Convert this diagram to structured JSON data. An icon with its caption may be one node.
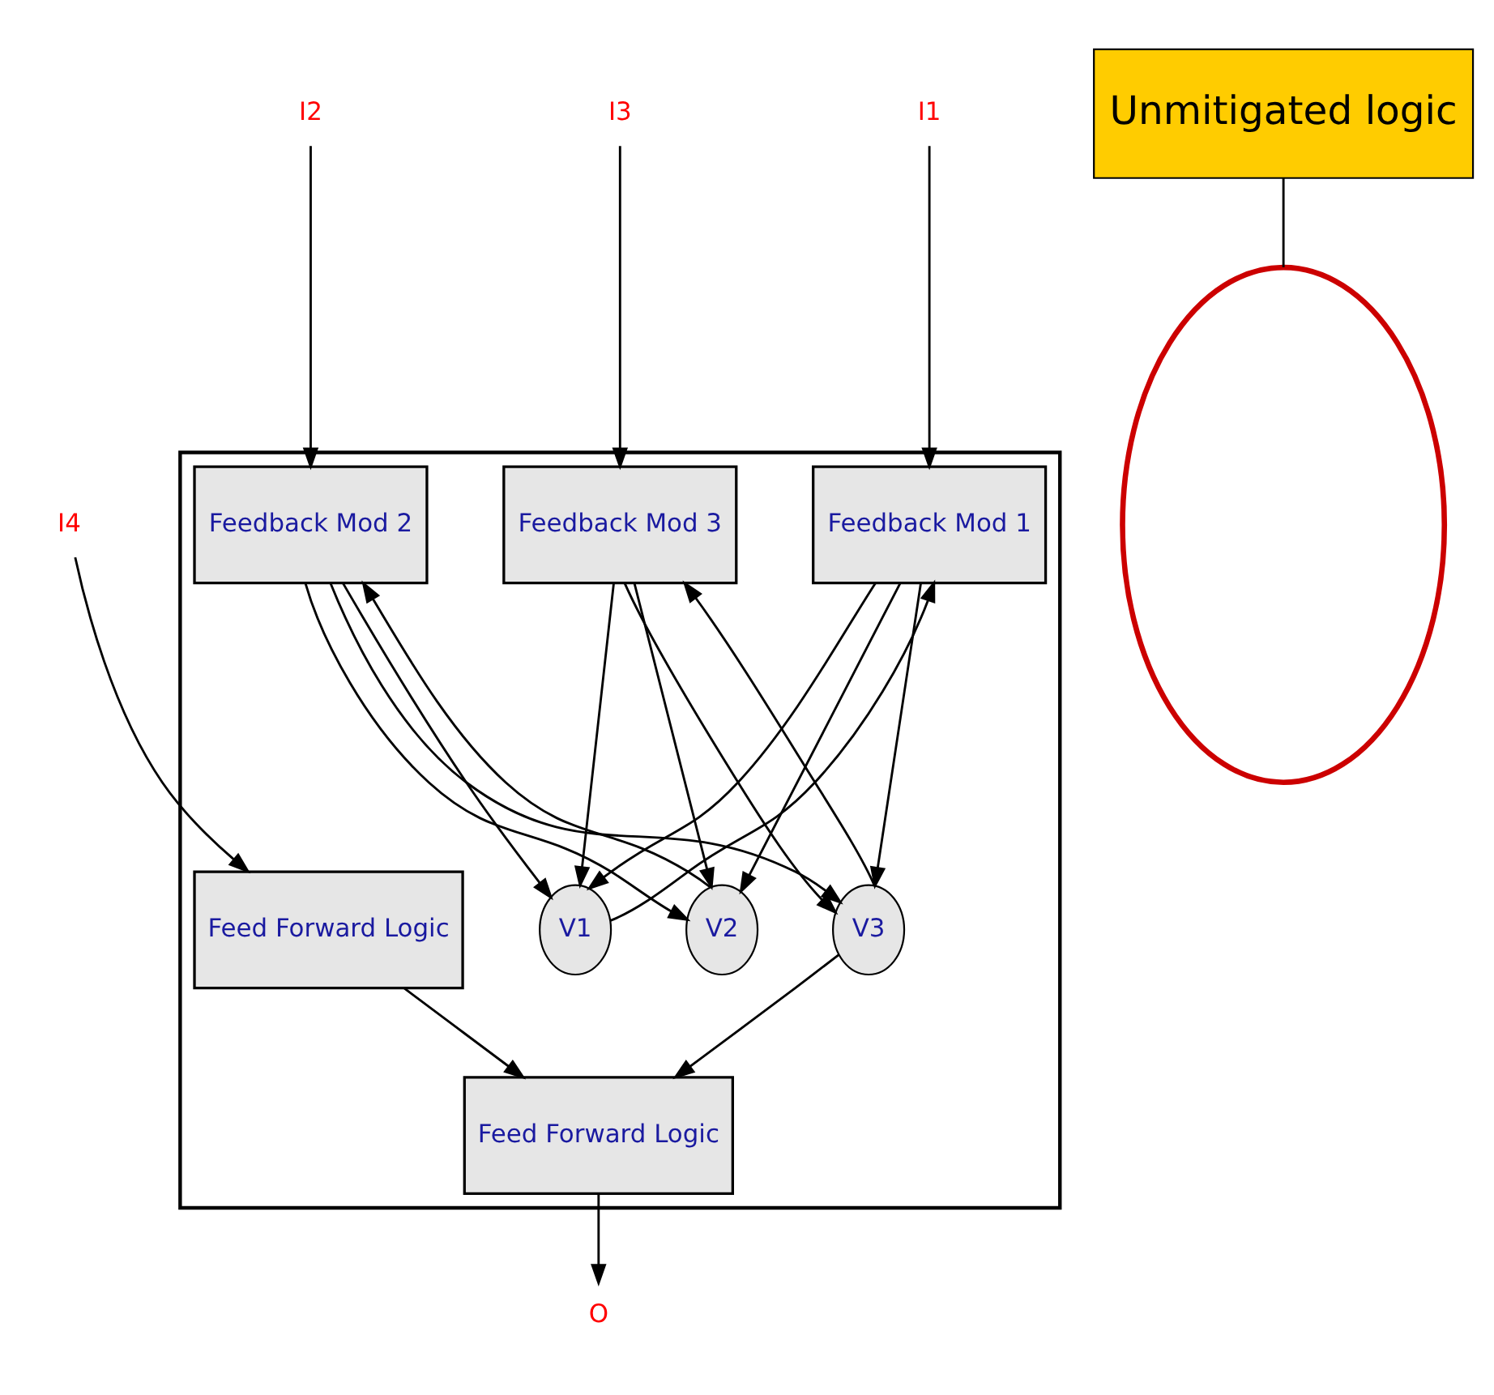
{
  "diagram": {
    "nodes": [
      {
        "text": [],
        "shape": "box"
      },
      {
        "text": [
          "I1"
        ]
      },
      {
        "text": [
          "I2"
        ]
      },
      {
        "text": [
          "I3"
        ]
      },
      {
        "text": [
          "I4"
        ]
      },
      {
        "text": [
          "Feedback Mod 1"
        ],
        "in": 0
      },
      {
        "text": [
          "Feedback Mod 2"
        ],
        "in": 0
      },
      {
        "text": [
          "Feedback Mod 3"
        ],
        "in": 0
      },
      {
        "text": [
          "Feed Forward Logic"
        ],
        "in": 0
      },
      {
        "text": [
          "V1"
        ],
        "in": 0
      },
      {
        "text": [
          "V2"
        ],
        "in": 0
      },
      {
        "text": [
          "V3"
        ],
        "in": 0
      },
      {
        "text": [
          "Feed Forward Logic"
        ],
        "in": 0
      },
      {
        "text": [
          "O"
        ]
      },
      {
        "text": [],
        "shape": "circle"
      },
      {
        "text": [
          "Unmitigated logic"
        ]
      }
    ],
    "edges": [
      {
        "from": 1,
        "to": 5,
        "arrow": "to"
      },
      {
        "from": 2,
        "to": 6,
        "arrow": "to"
      },
      {
        "from": 3,
        "to": 7,
        "arrow": "to"
      },
      {
        "from": 4,
        "to": 8,
        "arrow": "to"
      },
      {
        "from": 5,
        "to": 9,
        "arrow": "to"
      },
      {
        "from": 5,
        "to": 10,
        "arrow": "to"
      },
      {
        "from": 5,
        "to": 11,
        "arrow": "to"
      },
      {
        "from": 6,
        "to": 9,
        "arrow": "to"
      },
      {
        "from": 6,
        "to": 10,
        "arrow": "to"
      },
      {
        "from": 6,
        "to": 11,
        "arrow": "to"
      },
      {
        "from": 7,
        "to": 9,
        "arrow": "to"
      },
      {
        "from": 7,
        "to": 10,
        "arrow": "to"
      },
      {
        "from": 7,
        "to": 11,
        "arrow": "to"
      },
      {
        "from": 9,
        "to": 5,
        "arrow": "to"
      },
      {
        "from": 10,
        "to": 6,
        "arrow": "to"
      },
      {
        "from": 11,
        "to": 7,
        "arrow": "to"
      },
      {
        "from": 11,
        "to": 12,
        "arrow": "to"
      },
      {
        "from": 8,
        "to": 12,
        "arrow": "to"
      },
      {
        "from": 12,
        "to": 13,
        "arrow": "to"
      },
      {
        "from": 15,
        "to": 14,
        "arrow": "none"
      }
    ]
  }
}
